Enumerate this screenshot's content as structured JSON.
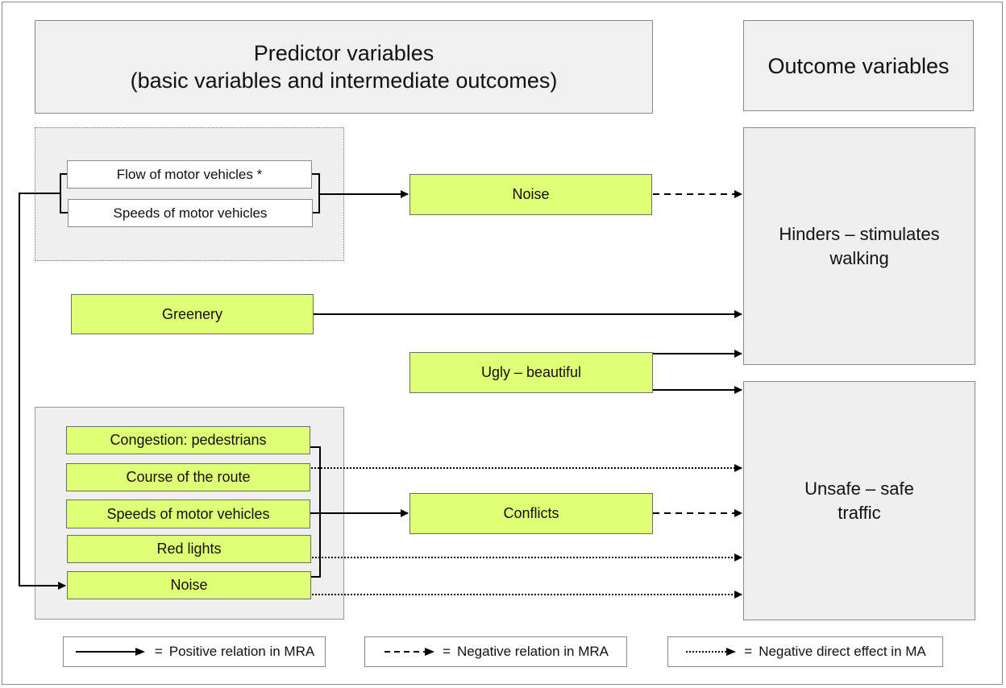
{
  "headers": {
    "predictor": "Predictor variables\n(basic variables and intermediate outcomes)",
    "outcome": "Outcome variables"
  },
  "predictors_top": {
    "flow": "Flow of motor vehicles *",
    "speeds": "Speeds of motor vehicles"
  },
  "intermediate": {
    "noise": "Noise",
    "greenery": "Greenery",
    "ugly": "Ugly – beautiful",
    "conflicts": "Conflicts"
  },
  "predictors_bottom": {
    "congestion": "Congestion: pedestrians",
    "course": "Course of the route",
    "speeds": "Speeds of motor vehicles",
    "red": "Red lights",
    "noise": "Noise"
  },
  "outcomes": {
    "walking": "Hinders – stimulates\nwalking",
    "traffic": "Unsafe – safe\ntraffic"
  },
  "legend": {
    "positive": "Positive relation in MRA",
    "negative": "Negative relation in MRA",
    "direct": "Negative direct effect in MA",
    "equals": "="
  },
  "colors": {
    "node_fill": "#dfff77",
    "panel_fill": "#efefef",
    "line": "#000000"
  }
}
